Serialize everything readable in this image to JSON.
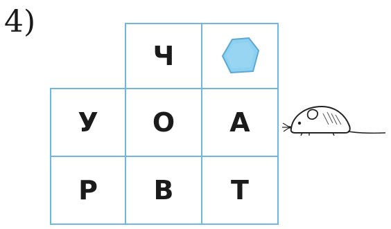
{
  "task_number": "4)",
  "grid": {
    "border_color": "#6fb7dd",
    "rows": [
      [
        "",
        "Ч",
        ""
      ],
      [
        "У",
        "О",
        "А"
      ],
      [
        "Р",
        "В",
        "Т"
      ]
    ]
  },
  "gem": {
    "icon": "blue-gem-icon",
    "fill_color": "#8ed0f0",
    "outline_color": "#5aa8d6"
  },
  "mouse": {
    "icon": "mouse-icon"
  }
}
